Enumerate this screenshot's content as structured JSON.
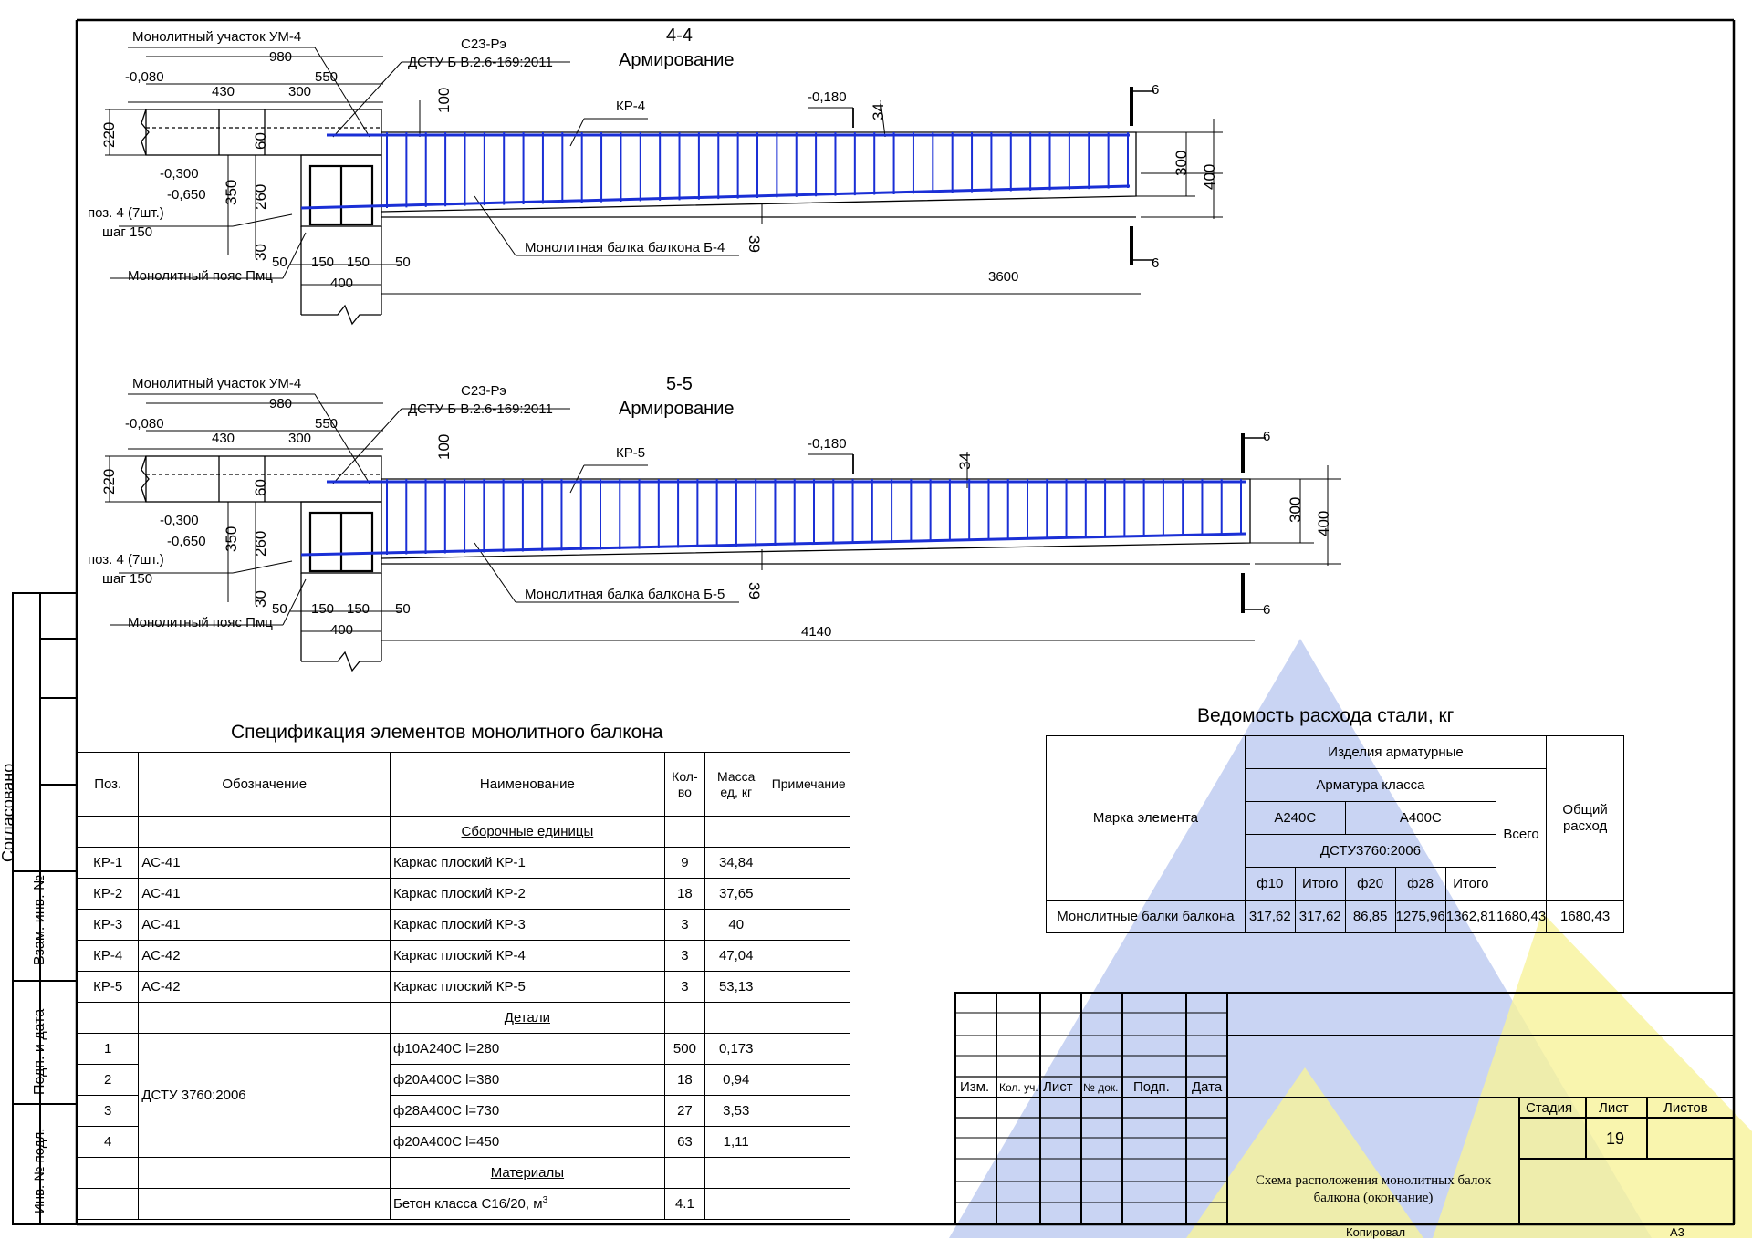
{
  "section_44": {
    "title": "4-4",
    "subtitle": "Армирование",
    "monolith_section": "Монолитный участок УМ-4",
    "slab_mark": "С23-Рэ",
    "slab_standard": "ДСТУ Б В.2.6-169:2011",
    "frame_mark": "КР-4",
    "level_top": "-0,080",
    "level_mid": "-0,180",
    "level_a": "-0,300",
    "level_b": "-0,650",
    "rebar_pos": "поз. 4 (7шт.)",
    "rebar_step": "шаг 150",
    "belt": "Монолитный пояс Пмц",
    "beam": "Монолитная балка балкона Б-4",
    "d980": "980",
    "d430": "430",
    "d300": "300",
    "d550": "550",
    "d100": "100",
    "d220": "220",
    "d60": "60",
    "d350": "350",
    "d260": "260",
    "d30": "30",
    "d50a": "50",
    "d150a": "150",
    "d150b": "150",
    "d50b": "50",
    "d400": "400",
    "dlen": "3600",
    "d34": "34",
    "d39": "39",
    "d300r": "300",
    "d400r": "400",
    "cut_top": "6",
    "cut_bot": "6"
  },
  "section_55": {
    "title": "5-5",
    "subtitle": "Армирование",
    "monolith_section": "Монолитный участок УМ-4",
    "slab_mark": "С23-Рэ",
    "slab_standard": "ДСТУ Б В.2.6-169:2011",
    "frame_mark": "КР-5",
    "level_top": "-0,080",
    "level_mid": "-0,180",
    "level_a": "-0,300",
    "level_b": "-0,650",
    "rebar_pos": "поз. 4 (7шт.)",
    "rebar_step": "шаг 150",
    "belt": "Монолитный пояс Пмц",
    "beam": "Монолитная балка балкона Б-5",
    "d980": "980",
    "d430": "430",
    "d300": "300",
    "d550": "550",
    "d100": "100",
    "d220": "220",
    "d60": "60",
    "d350": "350",
    "d260": "260",
    "d30": "30",
    "d50a": "50",
    "d150a": "150",
    "d150b": "150",
    "d50b": "50",
    "d400": "400",
    "dlen": "4140",
    "d34": "34",
    "d39": "39",
    "d300r": "300",
    "d400r": "400",
    "cut_top": "6",
    "cut_bot": "6"
  },
  "spec": {
    "title": "Спецификация элементов монолитного балкона",
    "headers": [
      "Поз.",
      "Обозначение",
      "Наименование",
      "Кол-во",
      "Масса ед, кг",
      "Примечание"
    ],
    "group_assemblies": "Сборочные единицы",
    "assemblies": [
      {
        "pos": "КР-1",
        "designation": "АС-41",
        "name": "Каркас плоский КР-1",
        "qty": "9",
        "mass": "34,84"
      },
      {
        "pos": "КР-2",
        "designation": "АС-41",
        "name": "Каркас плоский КР-2",
        "qty": "18",
        "mass": "37,65"
      },
      {
        "pos": "КР-3",
        "designation": "АС-41",
        "name": "Каркас плоский КР-3",
        "qty": "3",
        "mass": "40"
      },
      {
        "pos": "КР-4",
        "designation": "АС-42",
        "name": "Каркас плоский КР-4",
        "qty": "3",
        "mass": "47,04"
      },
      {
        "pos": "КР-5",
        "designation": "АС-42",
        "name": "Каркас плоский КР-5",
        "qty": "3",
        "mass": "53,13"
      }
    ],
    "group_details": "Детали",
    "details_designation": "ДСТУ 3760:2006",
    "details": [
      {
        "pos": "1",
        "name": "ф10А240С l=280",
        "qty": "500",
        "mass": "0,173"
      },
      {
        "pos": "2",
        "name": "ф20А400С l=380",
        "qty": "18",
        "mass": "0,94"
      },
      {
        "pos": "3",
        "name": "ф28А400С l=730",
        "qty": "27",
        "mass": "3,53"
      },
      {
        "pos": "4",
        "name": "ф20А400С l=450",
        "qty": "63",
        "mass": "1,11"
      }
    ],
    "group_materials": "Материалы",
    "material_name": "Бетон класса С16/20, м",
    "material_unit_sup": "3",
    "material_qty": "4.1"
  },
  "steel": {
    "title": "Ведомость расхода стали, кг",
    "h_element": "Марка элемента",
    "h_products": "Изделия арматурные",
    "h_class": "Арматура класса",
    "h_a240": "А240С",
    "h_a400": "А400С",
    "h_std": "ДСТУ3760:2006",
    "h_total": "Всего",
    "h_overall": "Общий расход",
    "cols": [
      "ф10",
      "Итого",
      "ф20",
      "ф28",
      "Итого"
    ],
    "row_name": "Монолитные балки балкона",
    "row_values": [
      "317,62",
      "317,62",
      "86,85",
      "1275,96",
      "1362,81",
      "1680,43",
      "1680,43"
    ]
  },
  "stamp": {
    "izm": "Изм.",
    "kol": "Кол. уч.",
    "list": "Лист",
    "ndok": "№ док.",
    "podp": "Подп.",
    "data": "Дата",
    "stage": "Стадия",
    "sheet": "Лист",
    "sheets": "Листов",
    "sheet_no": "19",
    "title": "Схема расположения монолитных балок балкона (окончание)",
    "copied": "Копировал",
    "format": "А3"
  },
  "side": {
    "agreed": "Согласовано",
    "vzam": "Взам. инв. №",
    "podp": "Подп. и дата",
    "inv": "Инв. № подл."
  },
  "colors": {
    "rebar": "#1a2fd6",
    "watermark_blue": "#9fb3e8",
    "watermark_yellow": "#f4ef7a"
  }
}
